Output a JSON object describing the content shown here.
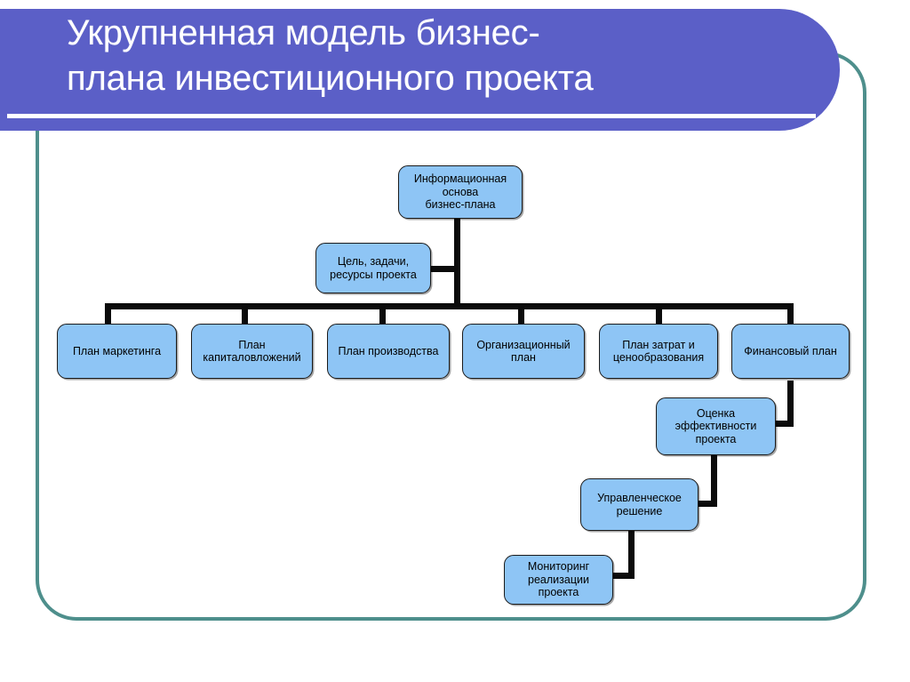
{
  "slide": {
    "title": "Укрупненная модель бизнес-\nплана инвестиционного проекта",
    "accent_color": "#5b5fc7",
    "frame_color": "#4e8f8c",
    "node_fill": "#8ec5f5",
    "node_border": "#1a1a1a",
    "connector_color": "#0b0b0b"
  },
  "diagram": {
    "type": "org-chart",
    "nodes": [
      {
        "id": "info-basis",
        "label": "Информационная\nоснова\nбизнес-плана"
      },
      {
        "id": "goals",
        "label": "Цель, задачи,\nресурсы проекта"
      },
      {
        "id": "marketing-plan",
        "label": "План маркетинга"
      },
      {
        "id": "capital-plan",
        "label": "План\nкапиталовложений"
      },
      {
        "id": "production-plan",
        "label": "План производства"
      },
      {
        "id": "organizational-plan",
        "label": "Организационный\nплан"
      },
      {
        "id": "cost-pricing-plan",
        "label": "План затрат и\nценообразования"
      },
      {
        "id": "financial-plan",
        "label": "Финансовый план"
      },
      {
        "id": "effectiveness",
        "label": "Оценка\nэффективности\nпроекта"
      },
      {
        "id": "management-decision",
        "label": "Управленческое\nрешение"
      },
      {
        "id": "monitoring",
        "label": "Мониторинг\nреализации проекта"
      }
    ]
  }
}
